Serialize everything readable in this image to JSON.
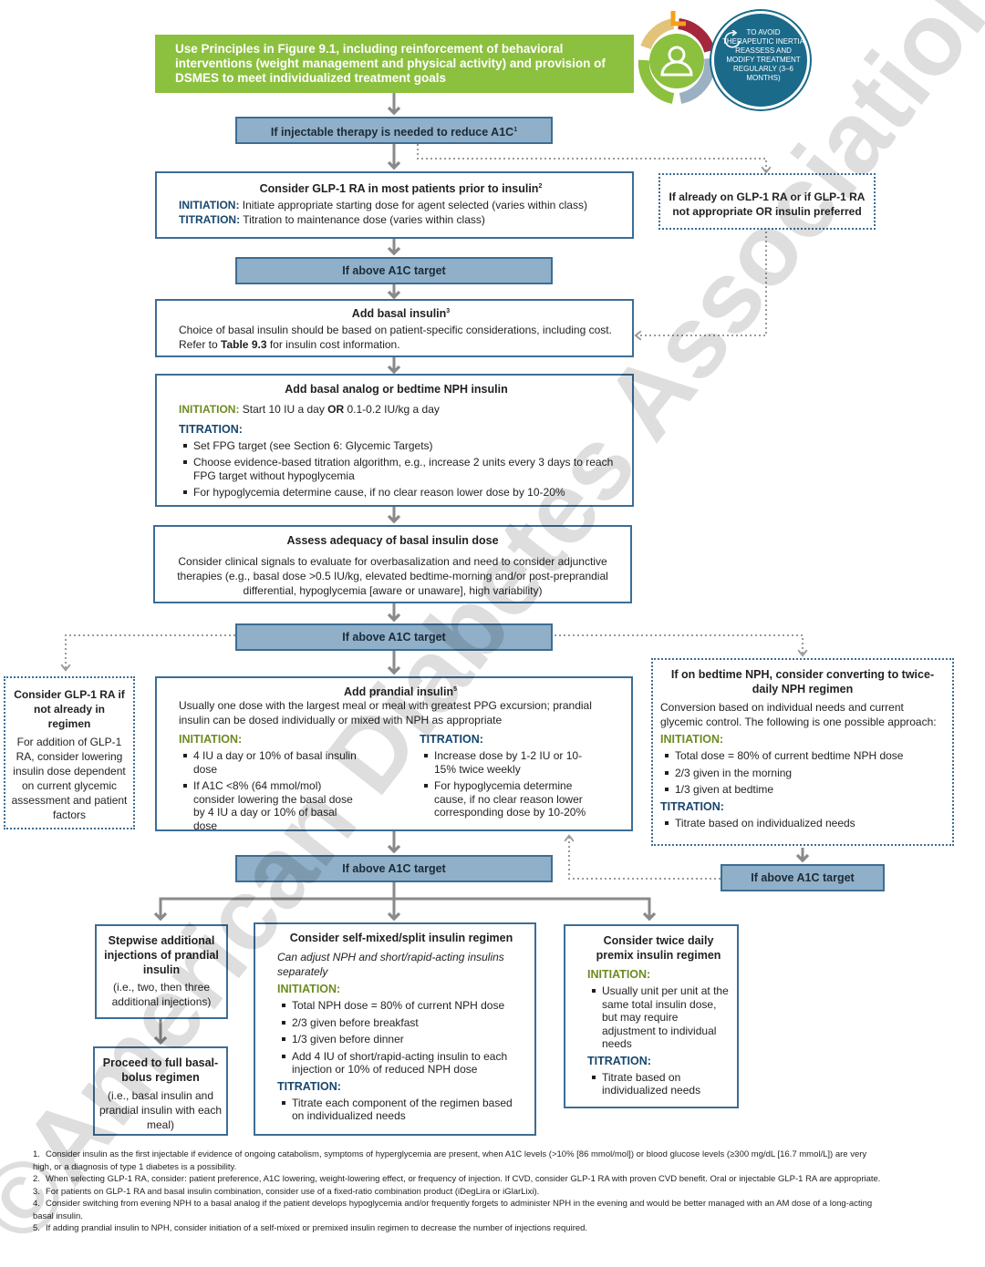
{
  "header": {
    "banner": "Use Principles in Figure 9.1, including reinforcement of behavioral interventions (weight management and physical activity) and provision of DSMES to meet individualized treatment goals",
    "inertia_badge": "TO AVOID THERAPEUTIC INERTIA REASSESS AND MODIFY TREATMENT REGULARLY (3–6 MONTHS)",
    "colors": {
      "banner_bg": "#8cc03f",
      "badge_bg": "#1b6a8a",
      "gate_bg": "#8fb0c8",
      "accent_green": "#6d8b22",
      "accent_navy": "#17466e"
    }
  },
  "gate_injectable": {
    "text": "If injectable therapy is needed to reduce A1C",
    "sup": "1"
  },
  "glp1_box": {
    "title": "Consider GLP-1 RA in most patients prior to insulin",
    "title_sup": "2",
    "initiation_label": "INITIATION:",
    "initiation_text": " Initiate appropriate starting dose for agent selected (varies within class)",
    "titration_label": "TITRATION:",
    "titration_text": " Titration to maintenance dose (varies within class)"
  },
  "already_glp1_box": {
    "text": "If already on GLP-1 RA or if GLP-1 RA not appropriate OR insulin preferred"
  },
  "gate_a1c_1": {
    "text": "If above A1C target"
  },
  "basal_box": {
    "title": "Add basal insulin",
    "title_sup": "3",
    "line1": "Choice of basal insulin should be based on patient-specific considerations, including cost.",
    "line2_pre": "Refer to ",
    "line2_bold": "Table 9.3",
    "line2_post": " for insulin cost information."
  },
  "basal_analog_box": {
    "title": "Add basal analog or bedtime NPH insulin",
    "initiation_label": "INITIATION:",
    "initiation_pre": " Start 10 IU a day ",
    "initiation_or": "OR",
    "initiation_post": " 0.1-0.2 IU/kg a day",
    "titration_label": "TITRATION:",
    "bullets": [
      "Set FPG target (see Section 6: Glycemic Targets)",
      "Choose evidence-based titration algorithm, e.g., increase 2 units every 3 days to reach FPG target without hypoglycemia",
      "For hypoglycemia determine cause, if no clear reason lower dose by 10-20%"
    ]
  },
  "assess_box": {
    "title": "Assess adequacy of basal insulin dose",
    "text": "Consider clinical signals to evaluate for overbasalization and need to consider adjunctive therapies (e.g., basal dose >0.5 IU/kg, elevated bedtime-morning and/or post-preprandial differential, hypoglycemia [aware or unaware], high variability)"
  },
  "gate_a1c_2": {
    "text": "If above A1C target"
  },
  "left_glp1_box": {
    "title": "Consider GLP-1 RA if not already in regimen",
    "text": "For addition of GLP-1 RA, consider lowering insulin dose dependent on current glycemic assessment and patient factors"
  },
  "prandial_box": {
    "title": "Add prandial insulin",
    "title_sup": "5",
    "intro": "Usually one dose with the largest meal or meal with greatest PPG excursion; prandial insulin can be dosed individually or mixed with NPH as appropriate",
    "initiation_label": "INITIATION:",
    "initiation_bullets": [
      "4 IU a day or 10% of basal insulin dose",
      "If A1C <8% (64 mmol/mol) consider lowering the basal dose by 4 IU a day or 10% of basal dose"
    ],
    "titration_label": "TITRATION:",
    "titration_bullets": [
      "Increase dose by 1-2 IU or 10-15% twice weekly",
      "For hypoglycemia determine cause, if no clear reason lower corresponding dose by 10-20%"
    ]
  },
  "nph_box": {
    "title": "If on bedtime NPH, consider converting to twice-daily NPH regimen",
    "intro": "Conversion based on individual needs and current glycemic control. The following is one possible approach:",
    "initiation_label": "INITIATION:",
    "initiation_bullets": [
      "Total dose = 80% of current bedtime NPH dose",
      "2/3 given in the morning",
      "1/3 given at bedtime"
    ],
    "titration_label": "TITRATION:",
    "titration_bullets": [
      "Titrate based on individualized needs"
    ]
  },
  "gate_a1c_3": {
    "text": "If above A1C target"
  },
  "gate_a1c_4": {
    "text": "If above A1C target"
  },
  "stepwise_box": {
    "title": "Stepwise additional injections of prandial insulin",
    "text": "(i.e., two, then three additional injections)"
  },
  "full_basal_box": {
    "title": "Proceed to full basal-bolus regimen",
    "text": "(i.e., basal insulin and prandial insulin with each meal)"
  },
  "self_mixed_box": {
    "title": "Consider self-mixed/split insulin regimen",
    "subtitle": "Can adjust NPH and short/rapid-acting insulins separately",
    "initiation_label": "INITIATION:",
    "initiation_bullets": [
      "Total NPH dose = 80% of current NPH dose",
      "2/3 given before breakfast",
      "1/3 given before dinner",
      "Add 4 IU of short/rapid-acting insulin to each injection or 10% of reduced NPH dose"
    ],
    "titration_label": "TITRATION:",
    "titration_bullets": [
      "Titrate each component of the regimen based on individualized needs"
    ]
  },
  "premix_box": {
    "title": "Consider twice daily premix insulin regimen",
    "initiation_label": "INITIATION:",
    "initiation_bullets": [
      "Usually unit per unit at the same total insulin dose, but may require adjustment to individual needs"
    ],
    "titration_label": "TITRATION:",
    "titration_bullets": [
      "Titrate based on individualized needs"
    ]
  },
  "footnotes": [
    {
      "num": "1.",
      "text": "Consider insulin as the first injectable if evidence of ongoing catabolism, symptoms of hyperglycemia are present, when A1C levels (>10% [86 mmol/mol]) or blood glucose levels (≥300 mg/dL [16.7 mmol/L]) are very high, or a diagnosis of type 1 diabetes is a possibility."
    },
    {
      "num": "2.",
      "text": "When selecting GLP-1 RA, consider: patient preference, A1C lowering, weight-lowering effect, or frequency of injection. If CVD, consider GLP-1 RA with proven CVD benefit. Oral or injectable GLP-1 RA are appropriate."
    },
    {
      "num": "3.",
      "text": "For patients on GLP-1 RA and basal insulin combination, consider use of a fixed-ratio combination product (iDegLira or iGlarLixi)."
    },
    {
      "num": "4.",
      "text": "Consider switching from evening NPH to a basal analog if the patient develops hypoglycemia and/or frequently forgets to administer NPH in the evening and would be better managed with an AM dose of a long-acting basal insulin."
    },
    {
      "num": "5.",
      "text": "If adding prandial insulin to NPH, consider initiation of a self-mixed or premixed insulin regimen to decrease the number of injections required."
    }
  ],
  "watermark": "©American Diabetes Association"
}
